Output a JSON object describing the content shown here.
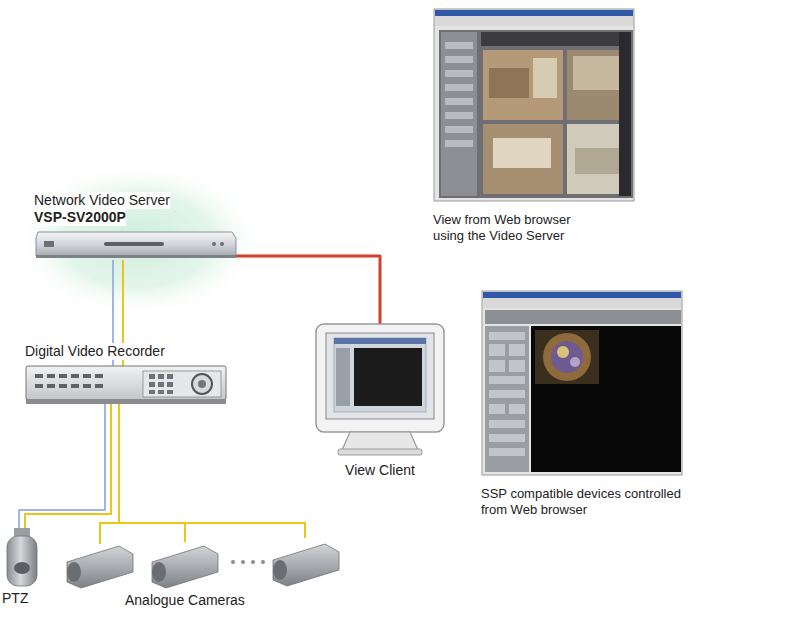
{
  "diagram": {
    "nodes": [
      {
        "text": [
          "Network Video Server",
          "VSP-SV2000P"
        ]
      },
      {
        "text": [
          "Digital Video Recorder"
        ]
      },
      {
        "text": [
          "View Client"
        ]
      },
      {
        "text": [
          "View from Web browser using the Video Server"
        ]
      },
      {
        "text": [
          "SSP compatible devices controlled from Web browser"
        ]
      },
      {
        "text": [
          "PTZ"
        ]
      },
      {
        "text": [
          "Analogue Cameras"
        ]
      }
    ],
    "edges": [
      {
        "from": 0,
        "to": 1,
        "arrow": "none"
      },
      {
        "from": 0,
        "to": 2,
        "arrow": "none"
      },
      {
        "from": 1,
        "to": 5,
        "arrow": "none"
      },
      {
        "from": 1,
        "to": 6,
        "arrow": "none"
      }
    ]
  }
}
